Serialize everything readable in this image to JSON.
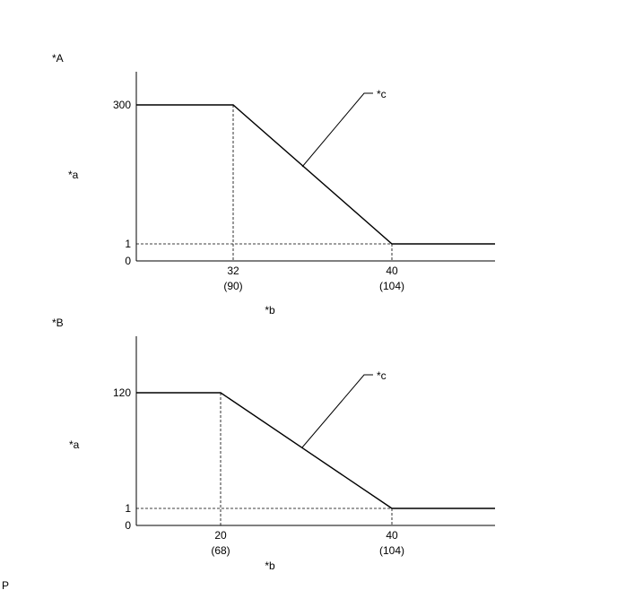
{
  "corner_label": "P",
  "chart_data": [
    {
      "type": "line",
      "panel_label": "*A",
      "xlabel": "*b",
      "ylabel": "*a",
      "series": [
        {
          "name": "*c",
          "x": [
            32,
            40
          ],
          "y": [
            300,
            1
          ]
        }
      ],
      "plateau_high": 300,
      "plateau_low": 1,
      "x_ticks": [
        {
          "value": 32,
          "label": "32",
          "sub": "(90)"
        },
        {
          "value": 40,
          "label": "40",
          "sub": "(104)"
        }
      ],
      "y_ticks": [
        {
          "value": 300,
          "label": "300"
        },
        {
          "value": 1,
          "label": "1"
        },
        {
          "value": 0,
          "label": "0"
        }
      ],
      "grid": false
    },
    {
      "type": "line",
      "panel_label": "*B",
      "xlabel": "*b",
      "ylabel": "*a",
      "series": [
        {
          "name": "*c",
          "x": [
            20,
            40
          ],
          "y": [
            120,
            1
          ]
        }
      ],
      "plateau_high": 120,
      "plateau_low": 1,
      "x_ticks": [
        {
          "value": 20,
          "label": "20",
          "sub": "(68)"
        },
        {
          "value": 40,
          "label": "40",
          "sub": "(104)"
        }
      ],
      "y_ticks": [
        {
          "value": 120,
          "label": "120"
        },
        {
          "value": 1,
          "label": "1"
        },
        {
          "value": 0,
          "label": "0"
        }
      ],
      "grid": false
    }
  ]
}
